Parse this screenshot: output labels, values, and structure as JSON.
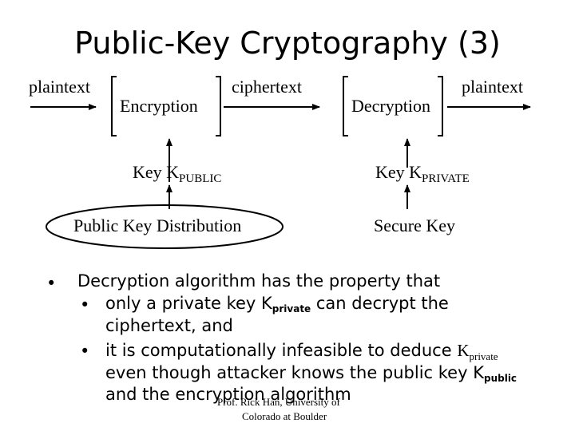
{
  "title": "Public-Key Cryptography (3)",
  "diagram": {
    "plaintext_in": "plaintext",
    "encryption": "Encryption",
    "ciphertext": "ciphertext",
    "decryption": "Decryption",
    "plaintext_out": "plaintext",
    "key_public_prefix": "Key K",
    "key_public_sub": "PUBLIC",
    "key_private_prefix": "Key K",
    "key_private_sub": "PRIVATE",
    "public_key_distribution": "Public Key Distribution",
    "secure_key": "Secure Key"
  },
  "bullets": {
    "main": "Decryption algorithm has the property that",
    "sub1_prefix": "only a private key K",
    "sub1_k": "private",
    "sub1_suffix": " can decrypt the",
    "sub1_line2": "ciphertext, and",
    "sub2_prefix": "it is computationally infeasible to deduce ",
    "sub2_k": "K",
    "sub2_k_sub": "private",
    "sub2_line2_prefix": "even though attacker knows the public key K",
    "sub2_line2_k": "public",
    "sub2_line3": "and the encryption algorithm",
    "bullet_char": "•"
  },
  "footer": {
    "line1": "Prof. Rick Han, University of",
    "line2": "Colorado at Boulder"
  }
}
